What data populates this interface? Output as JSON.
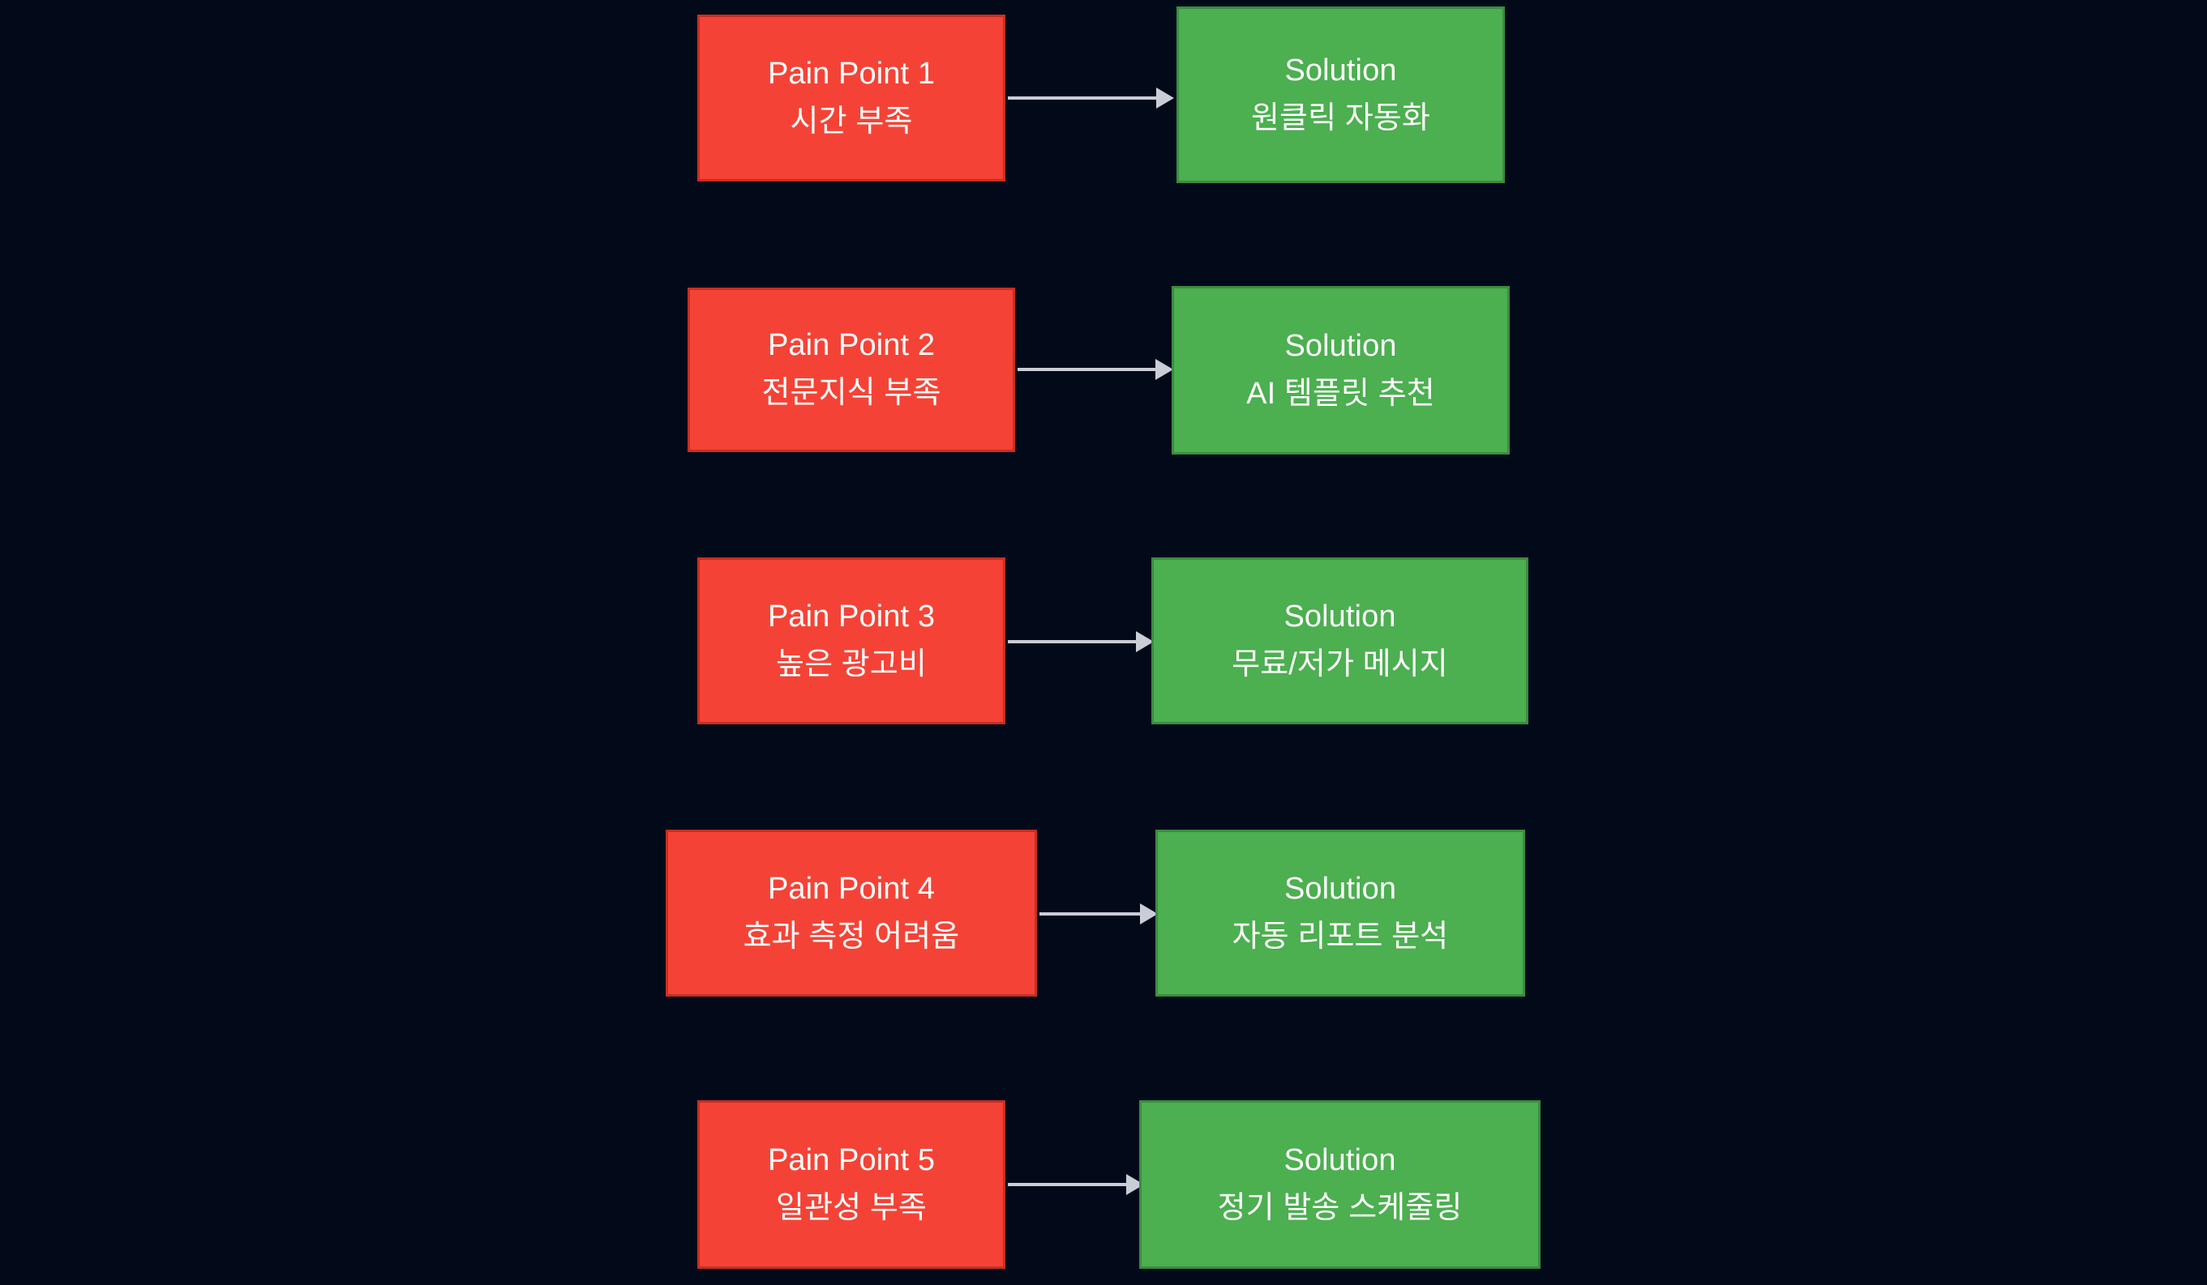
{
  "diagram": {
    "type": "flowchart",
    "direction": "left-to-right",
    "background_color": "#020a1a",
    "pain_color": "#f44336",
    "pain_border_color": "#c62f24",
    "solution_color": "#4caf50",
    "solution_border_color": "#3c8c40",
    "text_color": "#ffffff",
    "arrow_color": "#c9ced6",
    "pairs": [
      {
        "pain": {
          "title": "Pain Point 1",
          "sub": "시간 부족"
        },
        "solution": {
          "title": "Solution",
          "sub": "원클릭 자동화"
        },
        "arrow": "arrow-right"
      },
      {
        "pain": {
          "title": "Pain Point 2",
          "sub": "전문지식 부족"
        },
        "solution": {
          "title": "Solution",
          "sub": "AI 템플릿 추천"
        },
        "arrow": "arrow-right"
      },
      {
        "pain": {
          "title": "Pain Point 3",
          "sub": "높은 광고비"
        },
        "solution": {
          "title": "Solution",
          "sub": "무료/저가 메시지"
        },
        "arrow": "arrow-right"
      },
      {
        "pain": {
          "title": "Pain Point 4",
          "sub": "효과 측정 어려움"
        },
        "solution": {
          "title": "Solution",
          "sub": "자동 리포트 분석"
        },
        "arrow": "arrow-right"
      },
      {
        "pain": {
          "title": "Pain Point 5",
          "sub": "일관성 부족"
        },
        "solution": {
          "title": "Solution",
          "sub": "정기 발송 스케줄링"
        },
        "arrow": "arrow-right"
      }
    ]
  }
}
